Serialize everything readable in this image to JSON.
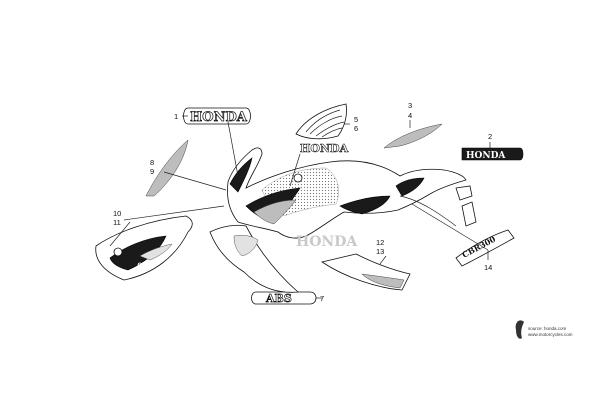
{
  "callouts": {
    "c1": "1",
    "c2": "2",
    "c3": "3",
    "c4": "4",
    "c5": "5",
    "c6": "6",
    "c7": "7",
    "c8": "8",
    "c9": "9",
    "c10": "10",
    "c11": "11",
    "c12": "12",
    "c13": "13",
    "c14": "14"
  },
  "decals": {
    "honda_main": "HONDA",
    "honda_wing": "HONDA",
    "honda_rear": "HONDA",
    "abs": "ABS",
    "cbr_side": "CBR",
    "cbr_tail": "CBR300",
    "honda_watermark": "HONDA"
  },
  "credit": {
    "line1": "source: honda.com",
    "line2": "www.motorcycles.com"
  }
}
